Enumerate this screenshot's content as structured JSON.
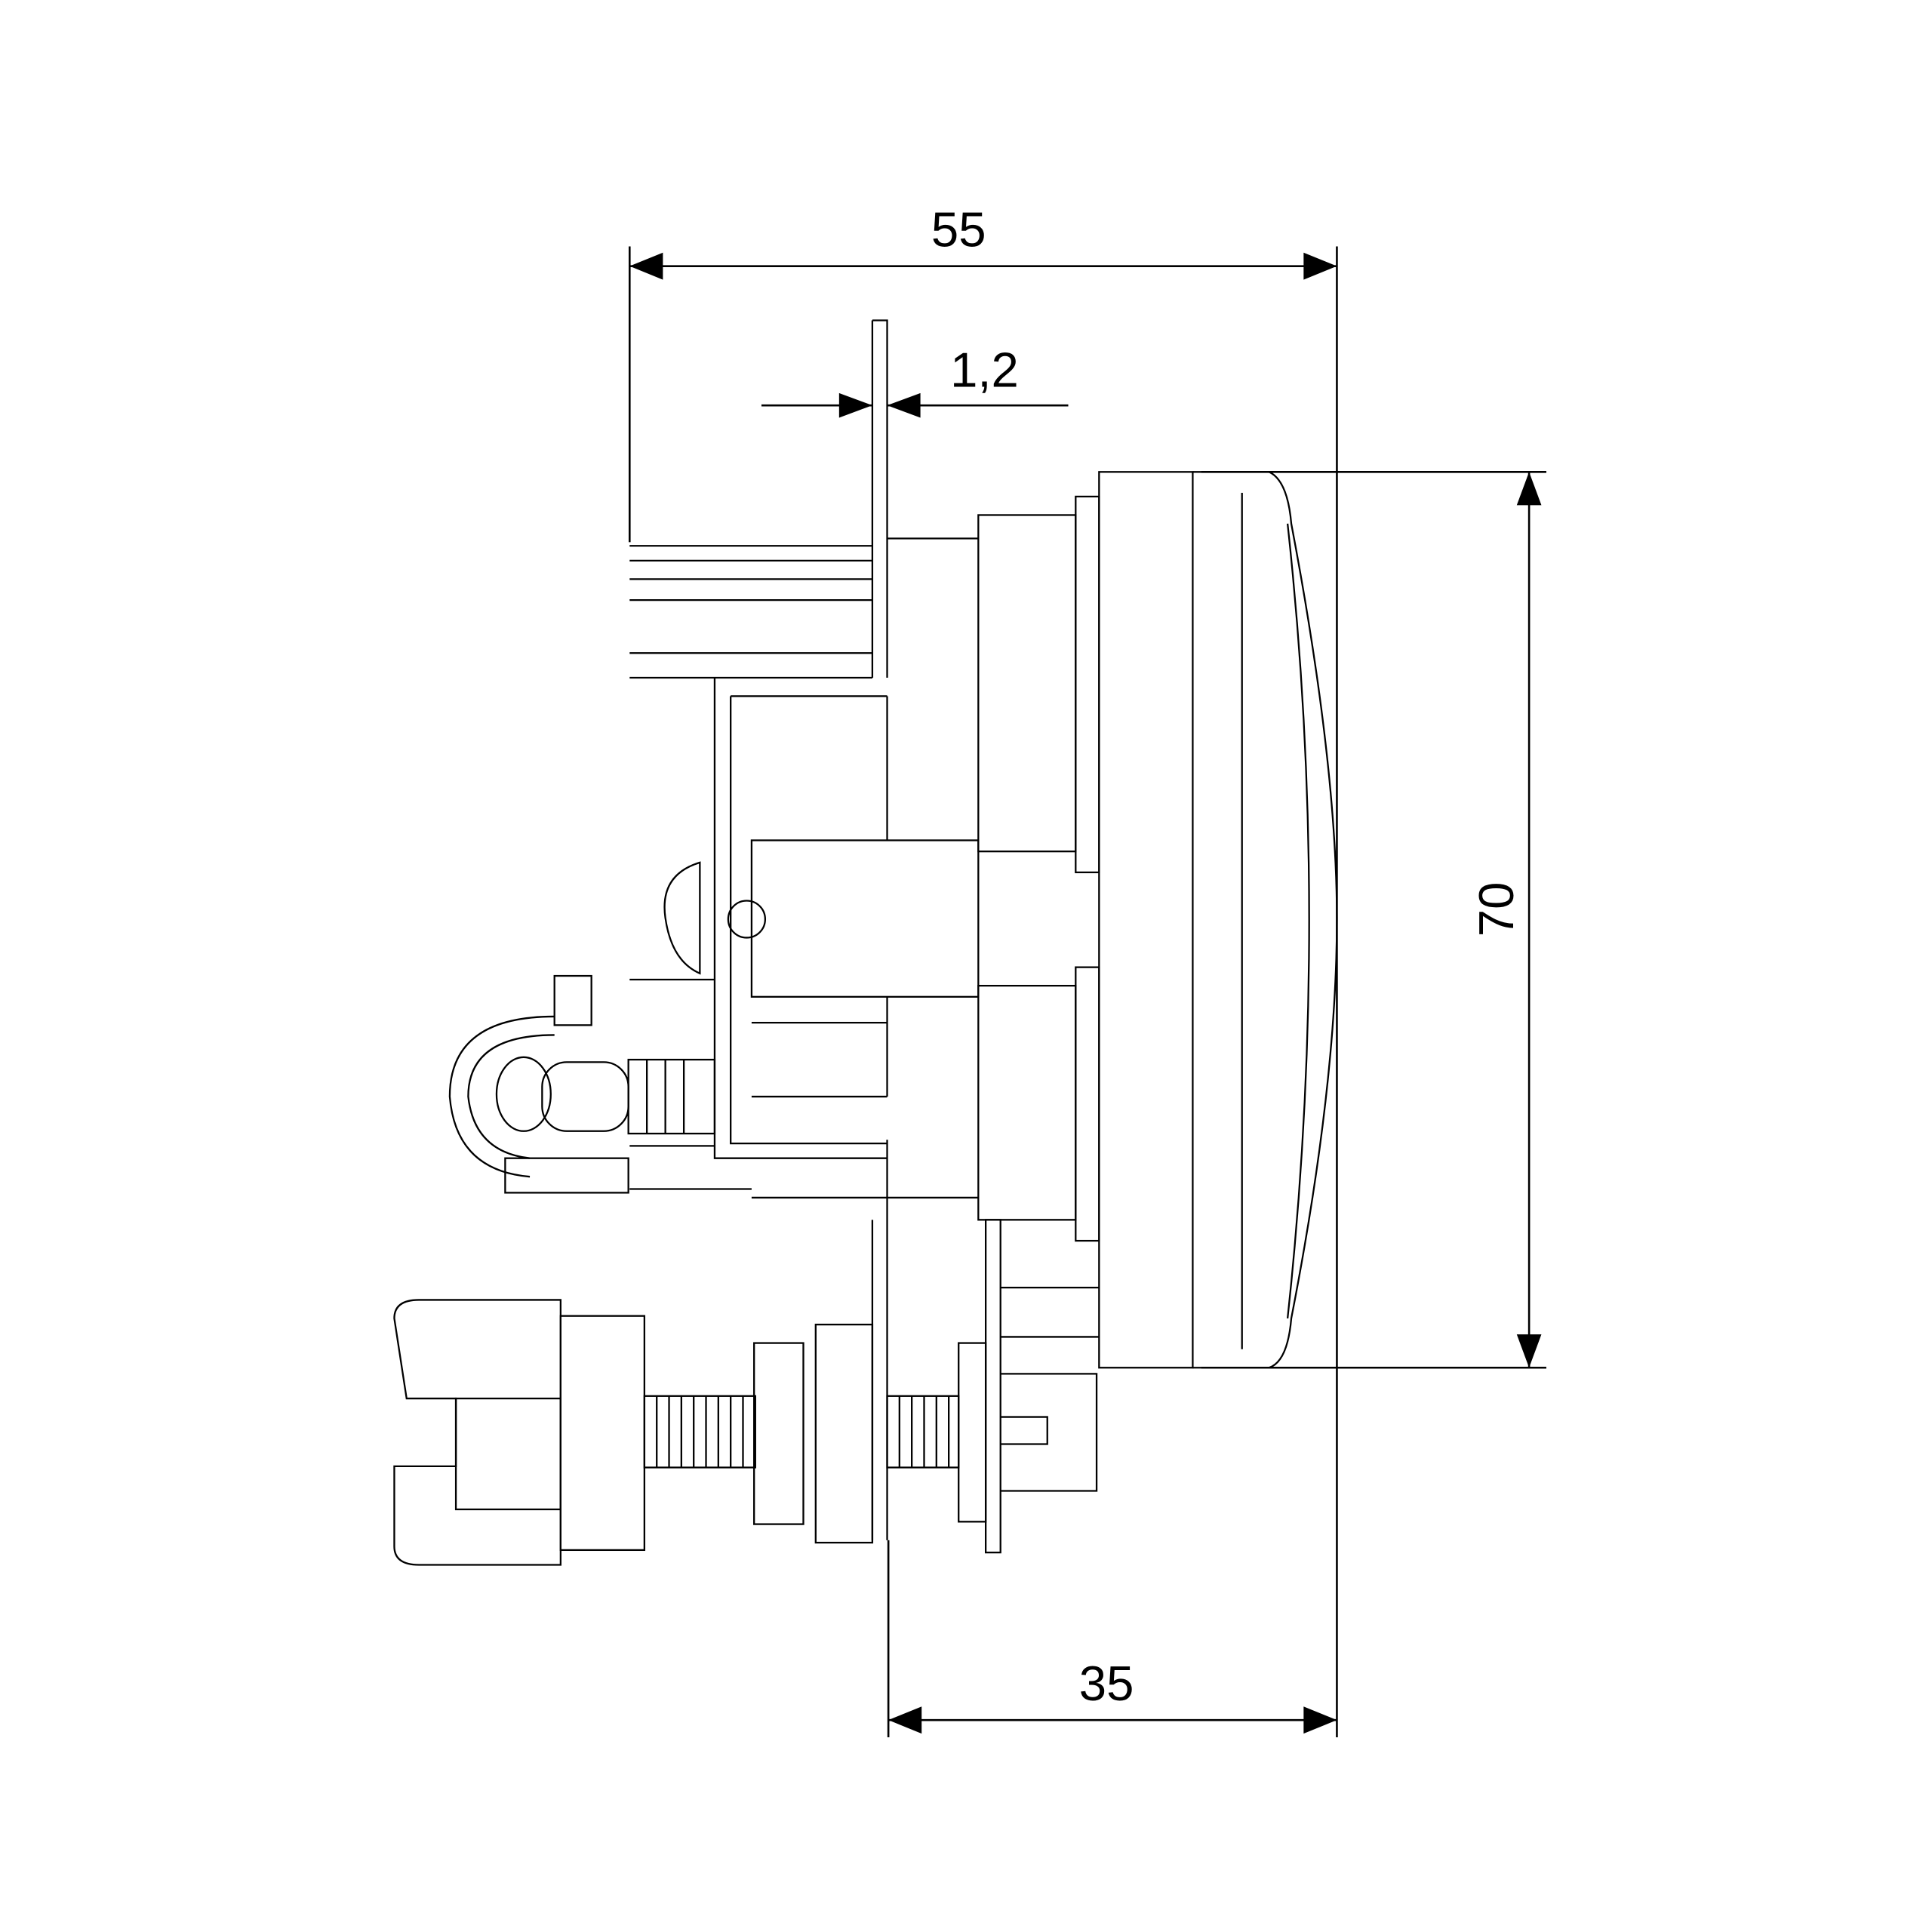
{
  "drawing": {
    "dimensions": {
      "overall_length": "55",
      "panel_thickness": "1,2",
      "housing_height": "70",
      "front_depth": "35"
    },
    "colors": {
      "line": "#000000",
      "background": "#ffffff"
    }
  }
}
